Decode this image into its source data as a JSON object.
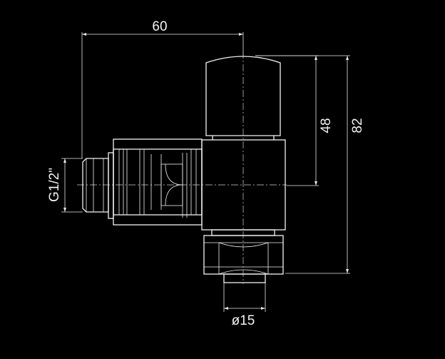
{
  "dimensions": {
    "width_60": "60",
    "height_48": "48",
    "height_82": "82",
    "thread": "G1/2\"",
    "diameter": "ø15"
  },
  "colors": {
    "background": "#000000",
    "line": "#f2f2f2"
  }
}
